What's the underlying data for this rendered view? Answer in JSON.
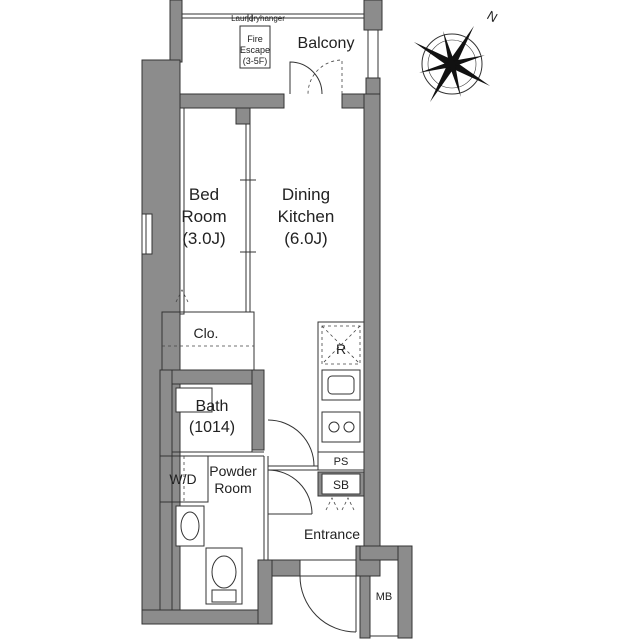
{
  "rooms": {
    "balcony": "Balcony",
    "laundry": "Laundryhanger",
    "fire_escape": [
      "Fire",
      "Escape",
      "(3-5F)"
    ],
    "bedroom": [
      "Bed",
      "Room",
      "(3.0J)"
    ],
    "dining": [
      "Dining",
      "Kitchen",
      "(6.0J)"
    ],
    "closet": "Clo.",
    "bath": [
      "Bath",
      "(1014)"
    ],
    "powder": [
      "Powder",
      "Room"
    ],
    "wd": "W/D",
    "refrigerator": "R",
    "ps": "PS",
    "sb": "SB",
    "entrance": "Entrance",
    "mb": "MB"
  },
  "compass": {
    "north_label": "N"
  },
  "colors": {
    "wall": "#8c8c8c",
    "line": "#333333"
  }
}
